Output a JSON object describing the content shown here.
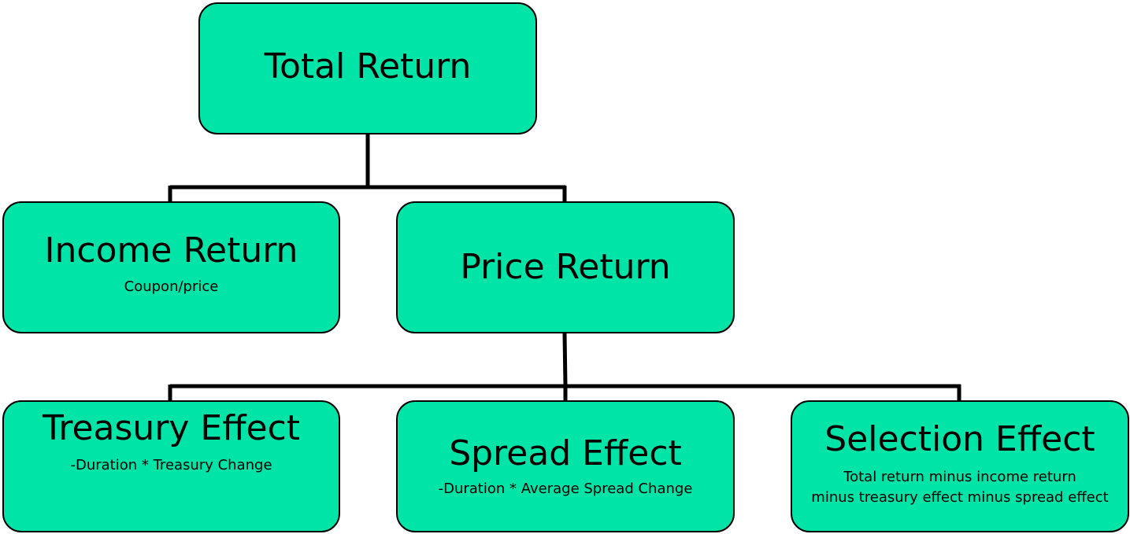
{
  "diagram": {
    "nodes": {
      "total_return": {
        "title": "Total Return"
      },
      "income_return": {
        "title": "Income Return",
        "subtitle": "Coupon/price"
      },
      "price_return": {
        "title": "Price Return"
      },
      "treasury_effect": {
        "title": "Treasury Effect",
        "subtitle": "-Duration * Treasury Change"
      },
      "spread_effect": {
        "title": "Spread Effect",
        "subtitle": "-Duration * Average Spread Change"
      },
      "selection_effect": {
        "title": "Selection Effect",
        "subtitle": "Total return minus income return\nminus treasury effect minus spread effect"
      }
    },
    "edges": [
      {
        "from": "Total Return",
        "to": "Income Return"
      },
      {
        "from": "Total Return",
        "to": "Price Return"
      },
      {
        "from": "Price Return",
        "to": "Treasury Effect"
      },
      {
        "from": "Price Return",
        "to": "Spread Effect"
      },
      {
        "from": "Price Return",
        "to": "Selection Effect"
      }
    ],
    "colors": {
      "node_fill": "#00e4a8",
      "node_border": "#000000",
      "connector": "#000000"
    }
  }
}
